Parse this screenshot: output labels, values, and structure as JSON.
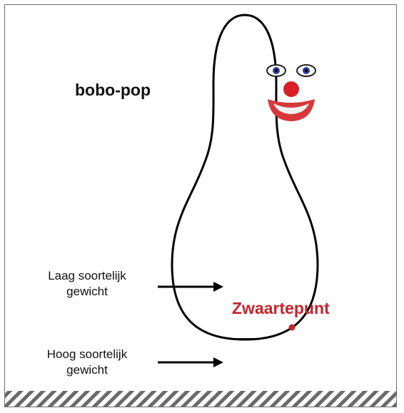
{
  "title": "bobo-pop",
  "labels": {
    "low_density": "Laag soortelijk gewicht",
    "high_density": "Hoog soortelijk gewicht",
    "center_of_gravity": "Zwaartepunt"
  },
  "colors": {
    "body_fill": "#ffffff",
    "outline": "#000000",
    "base_fill": "#1c1c1c",
    "nose": "#d91f26",
    "mouth": "#d6383c",
    "iris": "#2c3e9a",
    "center_label": "#c8232c",
    "floor_hatch": "#6a6a6a"
  }
}
